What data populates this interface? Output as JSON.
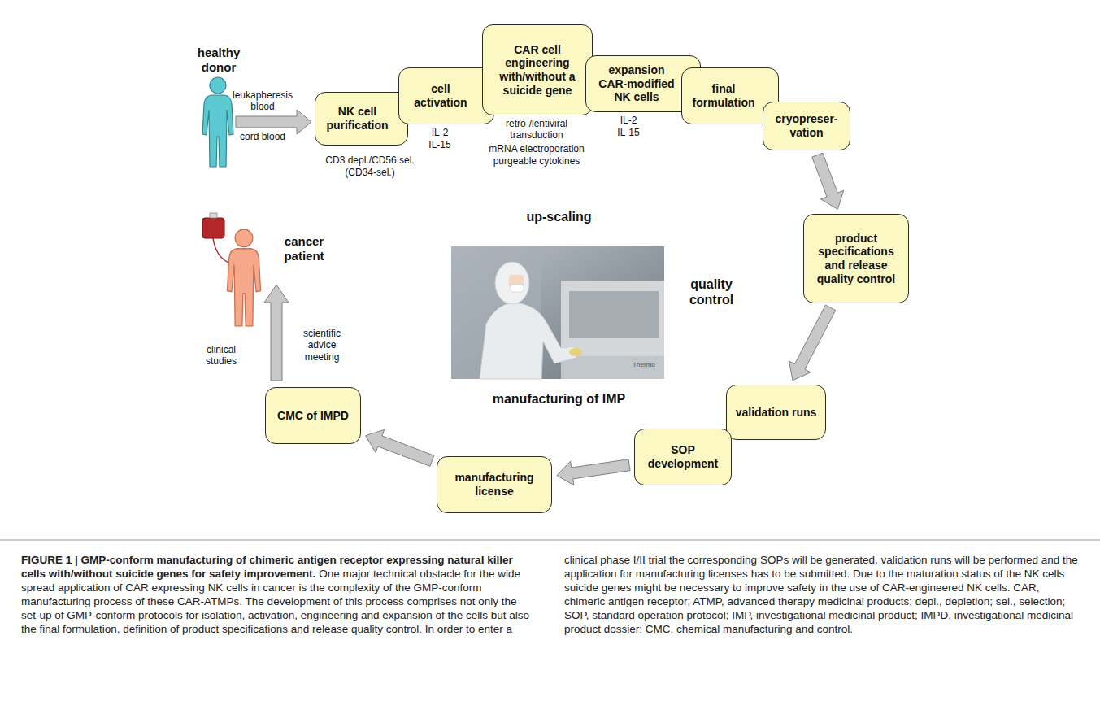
{
  "diagram": {
    "title": "FIGURE 1 | GMP-conform manufacturing of chimeric antigen receptor expressing natural killer cells with/without suicide genes for safety improvement.",
    "caption": "One major technical obstacle for the wide spread application of CAR expressing NK cells in cancer is the complexity of the GMP-conform manufacturing process of these CAR-ATMPs. The development of this process comprises not only the set-up of GMP-conform protocols for isolation, activation, engineering and expansion of the cells but also the final formulation, definition of product specifications and release quality control. In order to enter a clinical phase I/II trial the corresponding SOPs will be generated, validation runs will be performed and the application for manufacturing licenses has to be submitted. Due to the maturation status of the NK cells suicide genes might be necessary to improve safety in the use of CAR-engineered NK cells. CAR, chimeric antigen receptor; ATMP, advanced therapy medicinal products; depl., depletion; sel., selection; SOP, standard operation protocol; IMP, investigational medicinal product; IMPD, investigational medicinal product dossier; CMC, chemical manufacturing and control.",
    "nodes": [
      {
        "text": [
          "NK cell purification"
        ]
      },
      {
        "text": [
          "cell activation"
        ]
      },
      {
        "text": [
          "CAR cell engineering with/without a suicide gene"
        ]
      },
      {
        "text": [
          "expansion CAR-modified NK cells"
        ]
      },
      {
        "text": [
          "final formulation"
        ]
      },
      {
        "text": [
          "cryopreser- vation"
        ]
      },
      {
        "text": [
          "product specifications and release quality control"
        ]
      },
      {
        "text": [
          "validation runs"
        ]
      },
      {
        "text": [
          "SOP development"
        ]
      },
      {
        "text": [
          "manufacturing license"
        ]
      },
      {
        "text": [
          "CMC of IMPD"
        ]
      }
    ],
    "edges": [
      {
        "from": 5,
        "to": 6,
        "arrow": "to"
      },
      {
        "from": 6,
        "to": 7,
        "arrow": "to"
      },
      {
        "from": 8,
        "to": 9,
        "arrow": "to"
      },
      {
        "from": 9,
        "to": 10,
        "arrow": "to"
      }
    ],
    "labels": [
      "healthy donor",
      "leukapheresis blood",
      "cord blood",
      "CD3 depl./CD56 sel.",
      "(CD34-sel.)",
      "IL-2",
      "IL-15",
      "retro-/lentiviral transduction",
      "mRNA electroporation",
      "purgeable cytokines",
      "IL-2",
      "IL-15",
      "up-scaling",
      "quality control",
      "manufacturing of IMP",
      "cancer patient",
      "clinical studies",
      "scientific advice meeting",
      "Thermo"
    ]
  }
}
